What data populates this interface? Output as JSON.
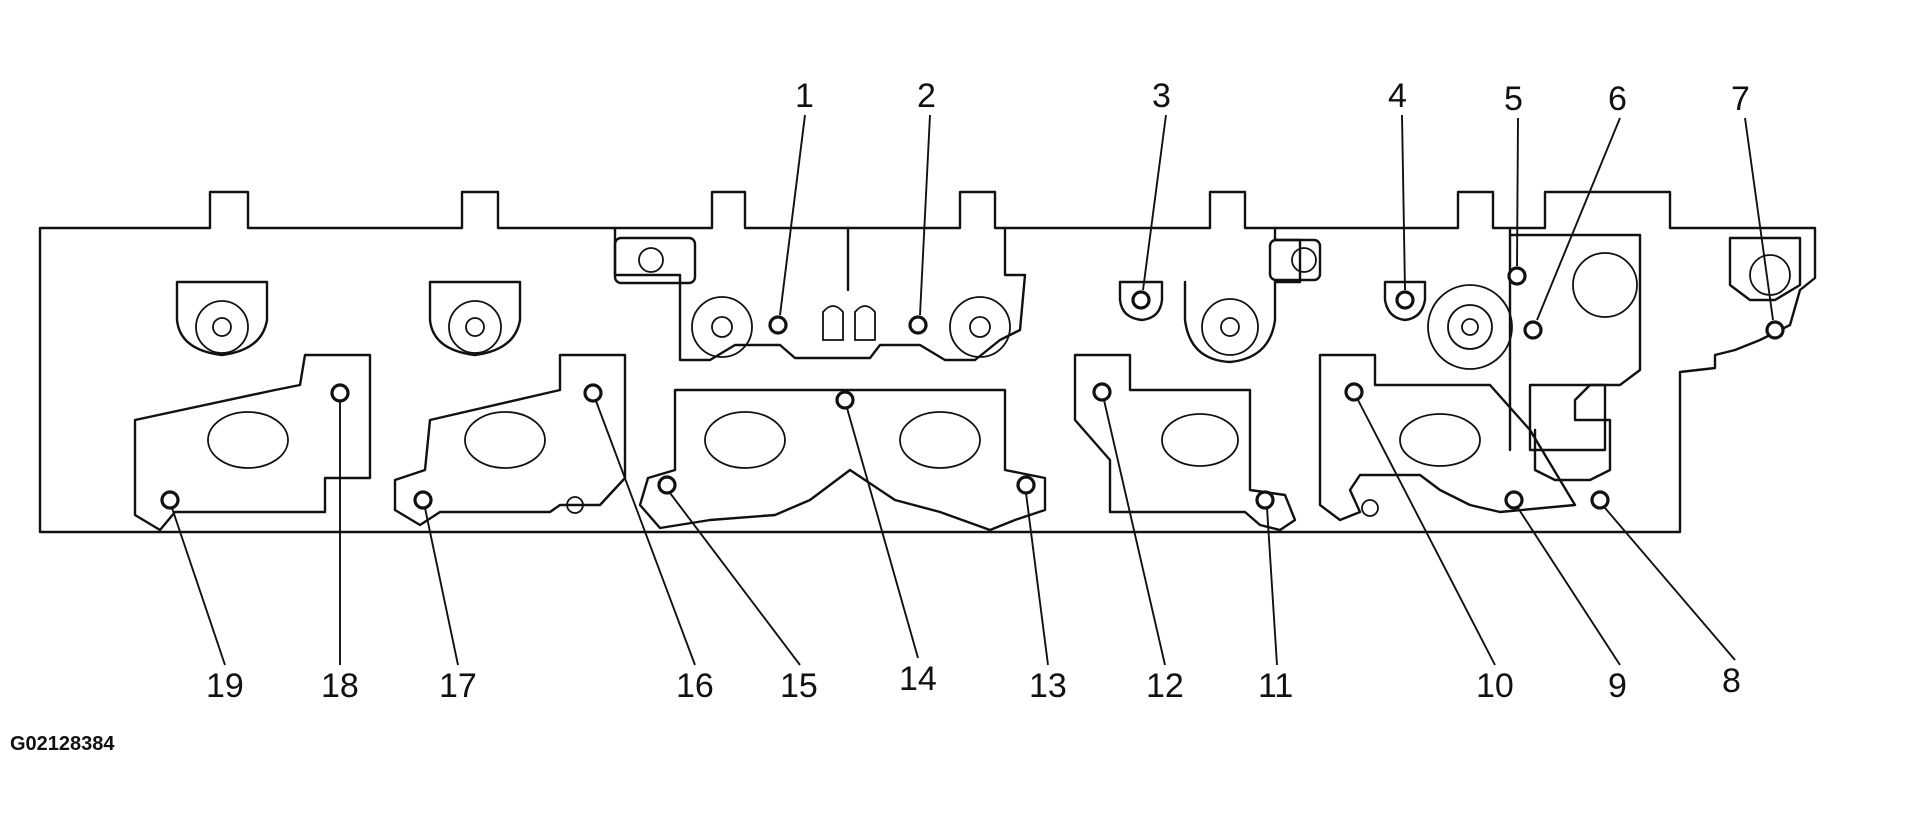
{
  "figure_id": "G02128384",
  "callouts": [
    {
      "n": "1",
      "label": "1"
    },
    {
      "n": "2",
      "label": "2"
    },
    {
      "n": "3",
      "label": "3"
    },
    {
      "n": "4",
      "label": "4"
    },
    {
      "n": "5",
      "label": "5"
    },
    {
      "n": "6",
      "label": "6"
    },
    {
      "n": "7",
      "label": "7"
    },
    {
      "n": "8",
      "label": "8"
    },
    {
      "n": "9",
      "label": "9"
    },
    {
      "n": "10",
      "label": "10"
    },
    {
      "n": "11",
      "label": "11"
    },
    {
      "n": "12",
      "label": "12"
    },
    {
      "n": "13",
      "label": "13"
    },
    {
      "n": "14",
      "label": "14"
    },
    {
      "n": "15",
      "label": "15"
    },
    {
      "n": "16",
      "label": "16"
    },
    {
      "n": "17",
      "label": "17"
    },
    {
      "n": "18",
      "label": "18"
    },
    {
      "n": "19",
      "label": "19"
    }
  ],
  "colors": {
    "ink": "#111111",
    "paper": "#ffffff"
  }
}
